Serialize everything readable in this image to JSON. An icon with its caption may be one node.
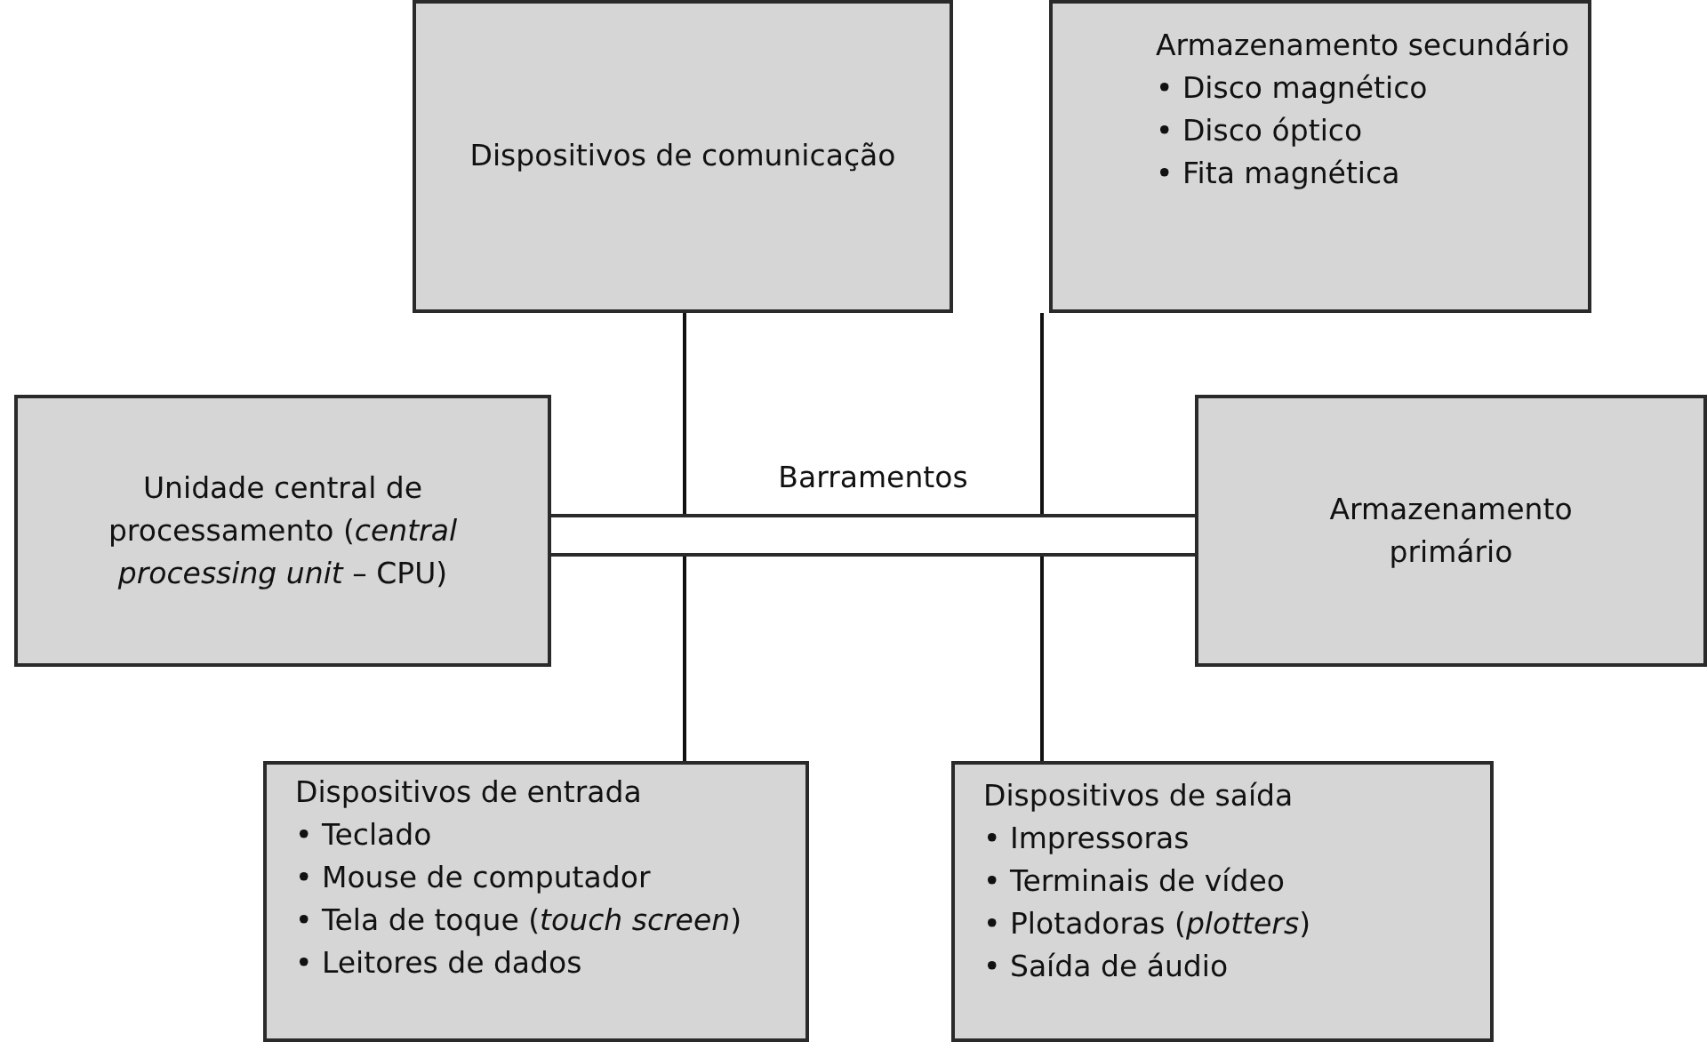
{
  "diagram": {
    "nodes": [
      {
        "text": [
          "Dispositivos de comunicação"
        ]
      },
      {
        "text": [
          "Armazenamento secundário",
          "• Disco magnético",
          "• Disco óptico",
          "• Fita magnética"
        ]
      },
      {
        "text": [
          "Unidade central de processamento (*central processing unit* – CPU)"
        ]
      },
      {
        "text": [
          "Barramentos"
        ]
      },
      {
        "text": [
          "Armazenamento primário"
        ]
      },
      {
        "text": [
          "Dispositivos de entrada",
          "• Teclado",
          "• Mouse de computador",
          "• Tela de toque (*touch screen*)",
          "• Leitores de dados"
        ]
      },
      {
        "text": [
          "Dispositivos de saída",
          "• Impressoras",
          "• Terminais de vídeo",
          "• Plotadoras (*plotters*)",
          "• Saída de áudio"
        ]
      }
    ],
    "edges": [
      {
        "from": 0,
        "to": 3,
        "arrow": "none"
      },
      {
        "from": 1,
        "to": 3,
        "arrow": "none"
      },
      {
        "from": 3,
        "to": 5,
        "arrow": "none"
      },
      {
        "from": 3,
        "to": 6,
        "arrow": "none"
      }
    ]
  }
}
